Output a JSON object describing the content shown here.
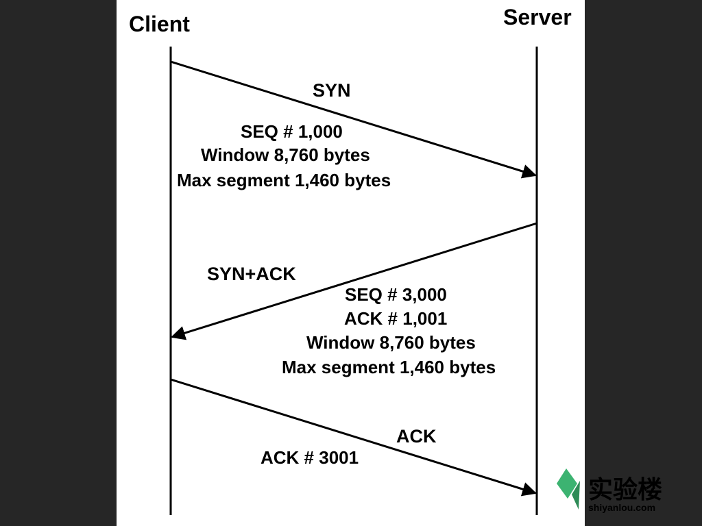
{
  "actors": {
    "client": "Client",
    "server": "Server"
  },
  "messages": [
    {
      "label": "SYN",
      "direction": "client-to-server",
      "details": [
        "SEQ # 1,000",
        "Window 8,760 bytes",
        "Max segment 1,460 bytes"
      ]
    },
    {
      "label": "SYN+ACK",
      "direction": "server-to-client",
      "details": [
        "SEQ # 3,000",
        "ACK # 1,001",
        "Window 8,760 bytes",
        "Max segment 1,460 bytes"
      ]
    },
    {
      "label": "ACK",
      "direction": "client-to-server",
      "details": [
        "ACK # 3001"
      ]
    }
  ],
  "watermark": {
    "brand": "实验楼",
    "domain": "shiyanlou.com",
    "color": "#3cb371"
  },
  "colors": {
    "background": "#262626",
    "panel": "#ffffff",
    "ink": "#000000"
  }
}
